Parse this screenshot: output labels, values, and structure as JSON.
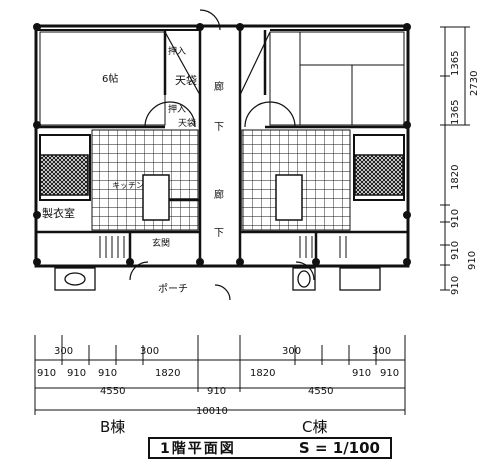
{
  "rooms": {
    "washitsu_b": "6帖",
    "oshiire_b": "押入",
    "tenbukuro_b": "天袋",
    "oshiire_b2": "押入",
    "tenbukuro_b2": "天袋",
    "kitchen_b": "キッチン",
    "seiyoushitsu_b": "製衣室",
    "genkan_b": "玄関",
    "corridor_1": "廊",
    "corridor_2": "下",
    "corridor_3": "廊",
    "corridor_4": "下",
    "porch": "ポーチ"
  },
  "dimensions_right": [
    "1365",
    "1365",
    "2730",
    "1820",
    "910",
    "910",
    "910",
    "910"
  ],
  "dimensions_bottom_row1": [
    "300",
    "300",
    "300",
    "300"
  ],
  "dimensions_bottom_row2": [
    "910",
    "910",
    "910",
    "1820",
    "1820",
    "910",
    "910"
  ],
  "dimensions_bottom_row3": [
    "4550",
    "910",
    "4550"
  ],
  "dimensions_bottom_row4": [
    "10010"
  ],
  "buildings": {
    "b": "B棟",
    "c": "C棟"
  },
  "title": {
    "text": "1階平面図",
    "scale_prefix": "S",
    "scale_eq": "=",
    "scale_value": "1/100"
  }
}
